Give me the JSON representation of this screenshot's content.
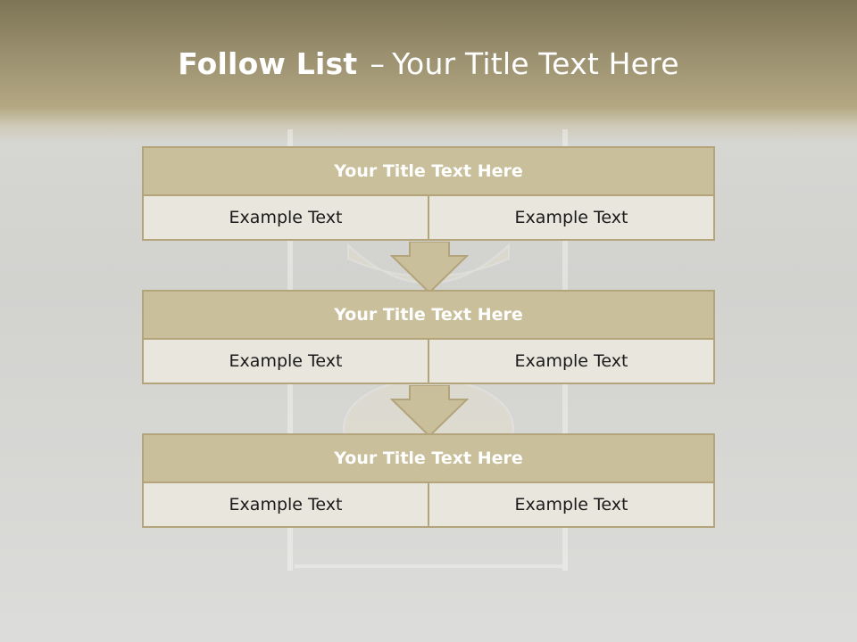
{
  "slide": {
    "title_bold": "Follow List",
    "title_separator": "–",
    "title_rest": "Your Title Text Here"
  },
  "blocks": [
    {
      "title": "Your Title Text Here",
      "left": "Example Text",
      "right": "Example Text"
    },
    {
      "title": "Your Title Text Here",
      "left": "Example Text",
      "right": "Example Text"
    },
    {
      "title": "Your Title Text Here",
      "left": "Example Text",
      "right": "Example Text"
    }
  ],
  "colors": {
    "accent": "#c9bf9b",
    "border": "#b3a47c",
    "cell_fill": "#e9e6dd",
    "header_top": "#7d7555"
  }
}
